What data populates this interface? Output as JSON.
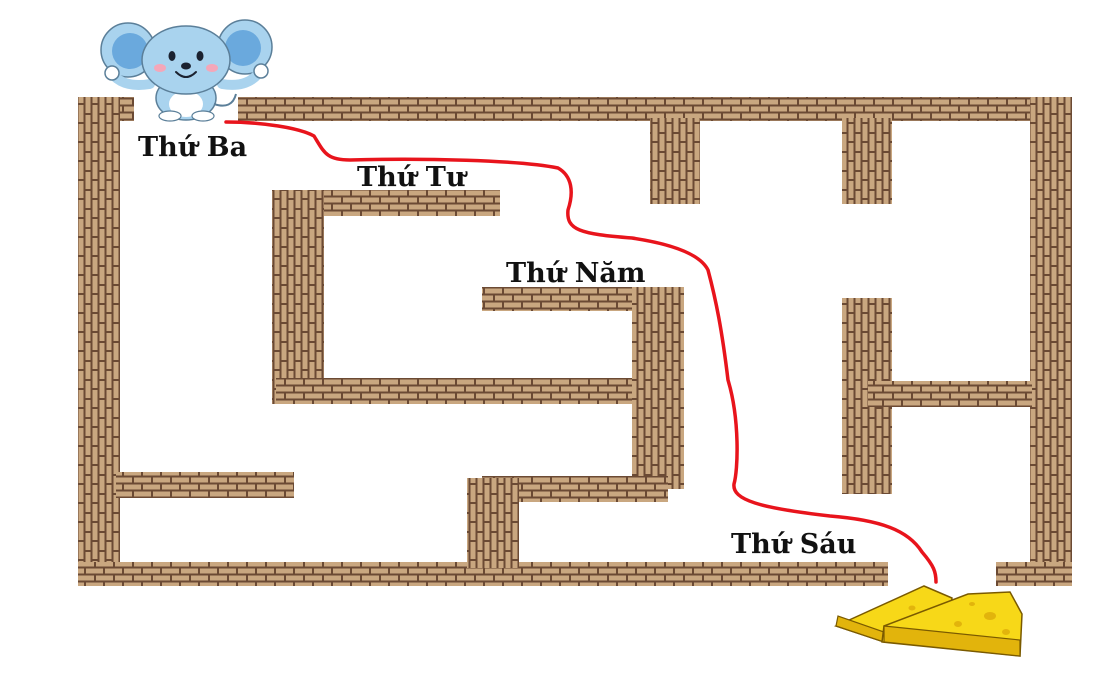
{
  "labels": {
    "tue": "Thứ Ba",
    "wed": "Thứ Tư",
    "thu": "Thứ Năm",
    "fri": "Thứ Sáu"
  },
  "colors": {
    "brick": "#c9a780",
    "mortar": "#6b4a34",
    "path": "#e8141c",
    "mouse_body": "#a9d3ee",
    "mouse_ear_inner": "#6aa9dd",
    "cheese": "#f7d818",
    "cheese_shadow": "#e2b40c"
  },
  "icons": {
    "start": "mouse-icon",
    "goal": "cheese-icon"
  }
}
